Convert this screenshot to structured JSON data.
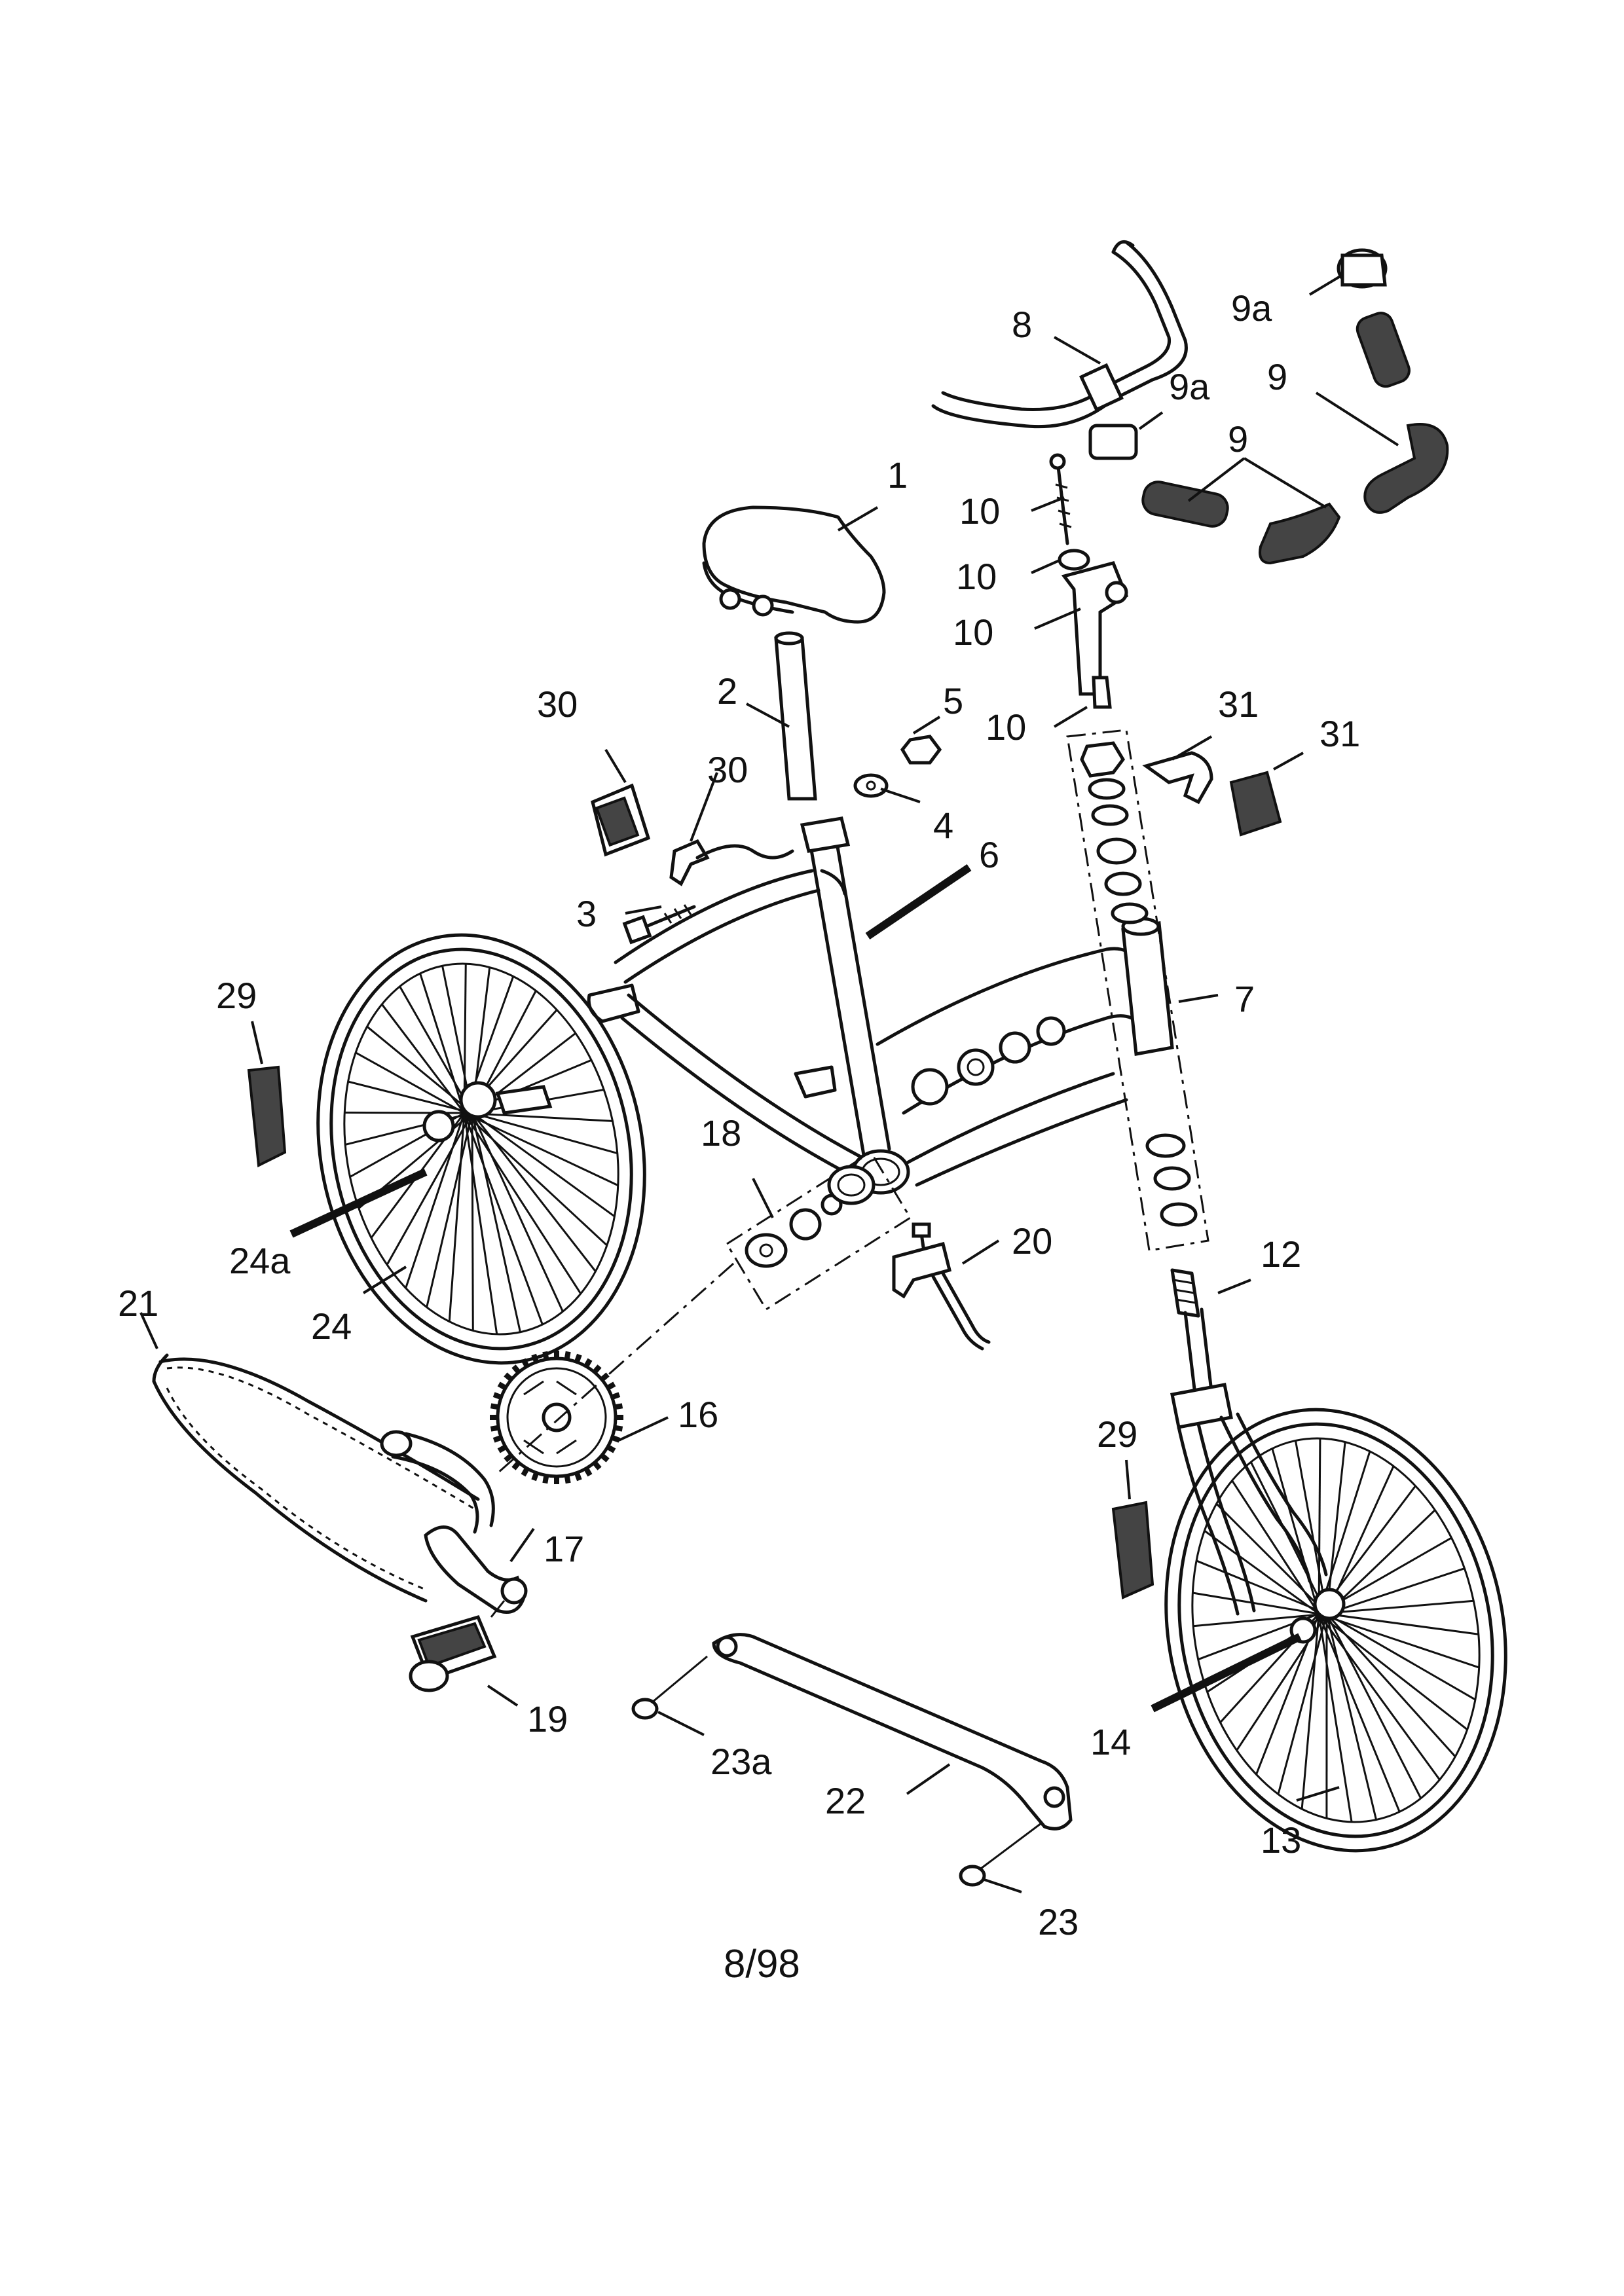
{
  "labels": {
    "p1": "1",
    "p2": "2",
    "p3": "3",
    "p4": "4",
    "p5": "5",
    "p6": "6",
    "p7": "7",
    "p8": "8",
    "p9a_top": "9a",
    "p9a_mid": "9a",
    "p9_top": "9",
    "p9_mid": "9",
    "p10_a": "10",
    "p10_b": "10",
    "p10_c": "10",
    "p10_d": "10",
    "p12": "12",
    "p13": "13",
    "p14": "14",
    "p16": "16",
    "p17": "17",
    "p18": "18",
    "p19": "19",
    "p20": "20",
    "p21": "21",
    "p22": "22",
    "p23": "23",
    "p23a": "23a",
    "p24": "24",
    "p24a": "24a",
    "p29_left": "29",
    "p29_right": "29",
    "p30_top": "30",
    "p30_mid": "30",
    "p31_left": "31",
    "p31_right": "31"
  },
  "footer": {
    "date": "8/98"
  },
  "icons": {
    "saddle": "saddle-icon",
    "seat-post": "seat-post-icon",
    "frame": "frame-icon",
    "handlebar": "handlebar-icon",
    "grip": "grip-icon",
    "stem": "stem-icon",
    "headset": "headset-icon",
    "fork": "fork-icon",
    "front-wheel": "front-wheel-icon",
    "rear-wheel": "rear-wheel-icon",
    "chainring": "chainring-icon",
    "chain": "chain-icon",
    "crank": "crank-icon",
    "pedal": "pedal-icon",
    "kickstand": "kickstand-icon",
    "chain-guard": "chain-guard-icon",
    "reflector": "reflector-icon"
  }
}
